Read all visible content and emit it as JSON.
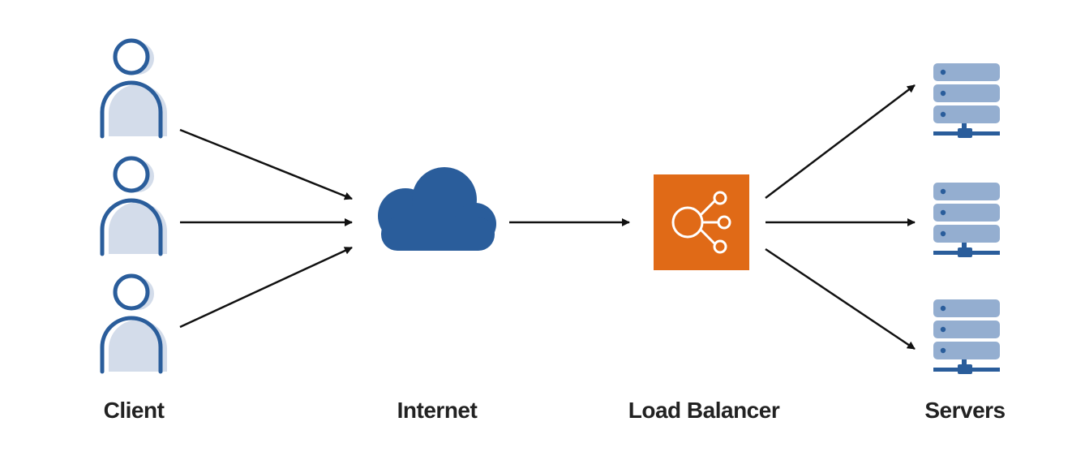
{
  "labels": {
    "client": "Client",
    "internet": "Internet",
    "load_balancer": "Load Balancer",
    "servers": "Servers"
  },
  "colors": {
    "user_outline": "#2a5d9b",
    "user_fill": "#d3dcea",
    "cloud": "#2a5d9b",
    "load_balancer": "#e06a17",
    "load_balancer_icon": "#ffffff",
    "server_unit": "#94aed0",
    "server_base": "#2a5d9b",
    "arrow": "#111111",
    "label_text": "#222222"
  },
  "icons": {
    "client": "user-icon",
    "internet": "cloud-icon",
    "load_balancer": "load-balancer-icon",
    "server": "server-icon"
  },
  "counts": {
    "clients": 3,
    "servers": 3
  }
}
